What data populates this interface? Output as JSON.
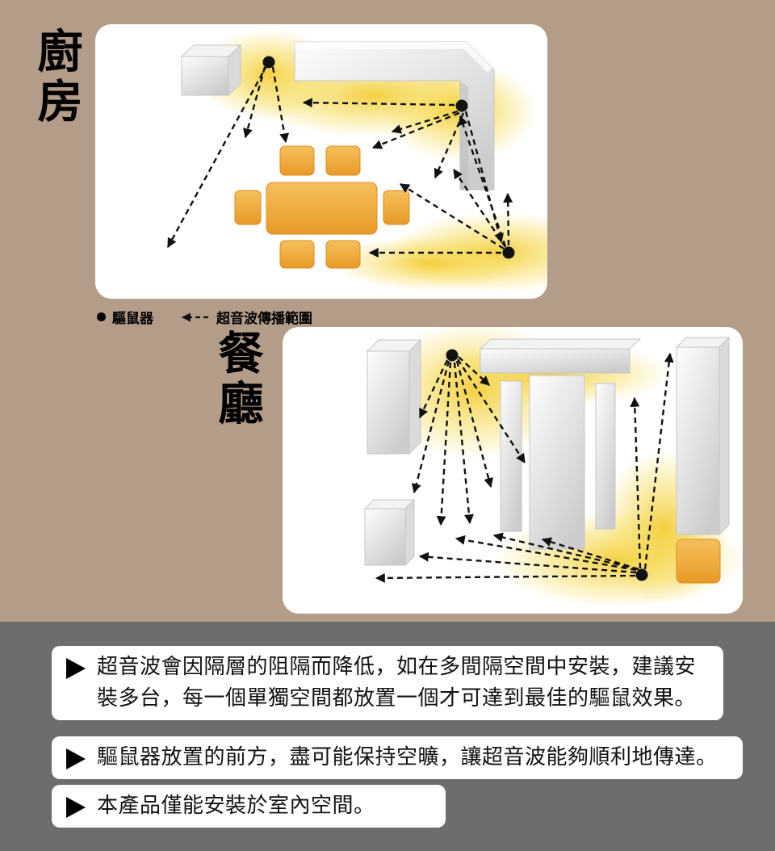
{
  "colors": {
    "page_background": "#b39c88",
    "footer_background": "#6d6d6d",
    "panel_white": "#ffffff",
    "glow_yellow": "#f5d84f",
    "furniture_orange": "#eda233",
    "furniture_gray": "#d8d8d8",
    "ink_black": "#111111"
  },
  "kitchen": {
    "label": "廚房"
  },
  "dining": {
    "label": "餐廳"
  },
  "legend": {
    "device_label": "驅鼠器",
    "range_label": "超音波傳播範圍"
  },
  "notes": [
    "超音波會因隔層的阻隔而降低，如在多間隔空間中安裝，建議安裝多台，每一個單獨空間都放置一個才可達到最佳的驅鼠效果。",
    "驅鼠器放置的前方，盡可能保持空曠，讓超音波能夠順利地傳達。",
    "本產品僅能安裝於室內空間。"
  ]
}
